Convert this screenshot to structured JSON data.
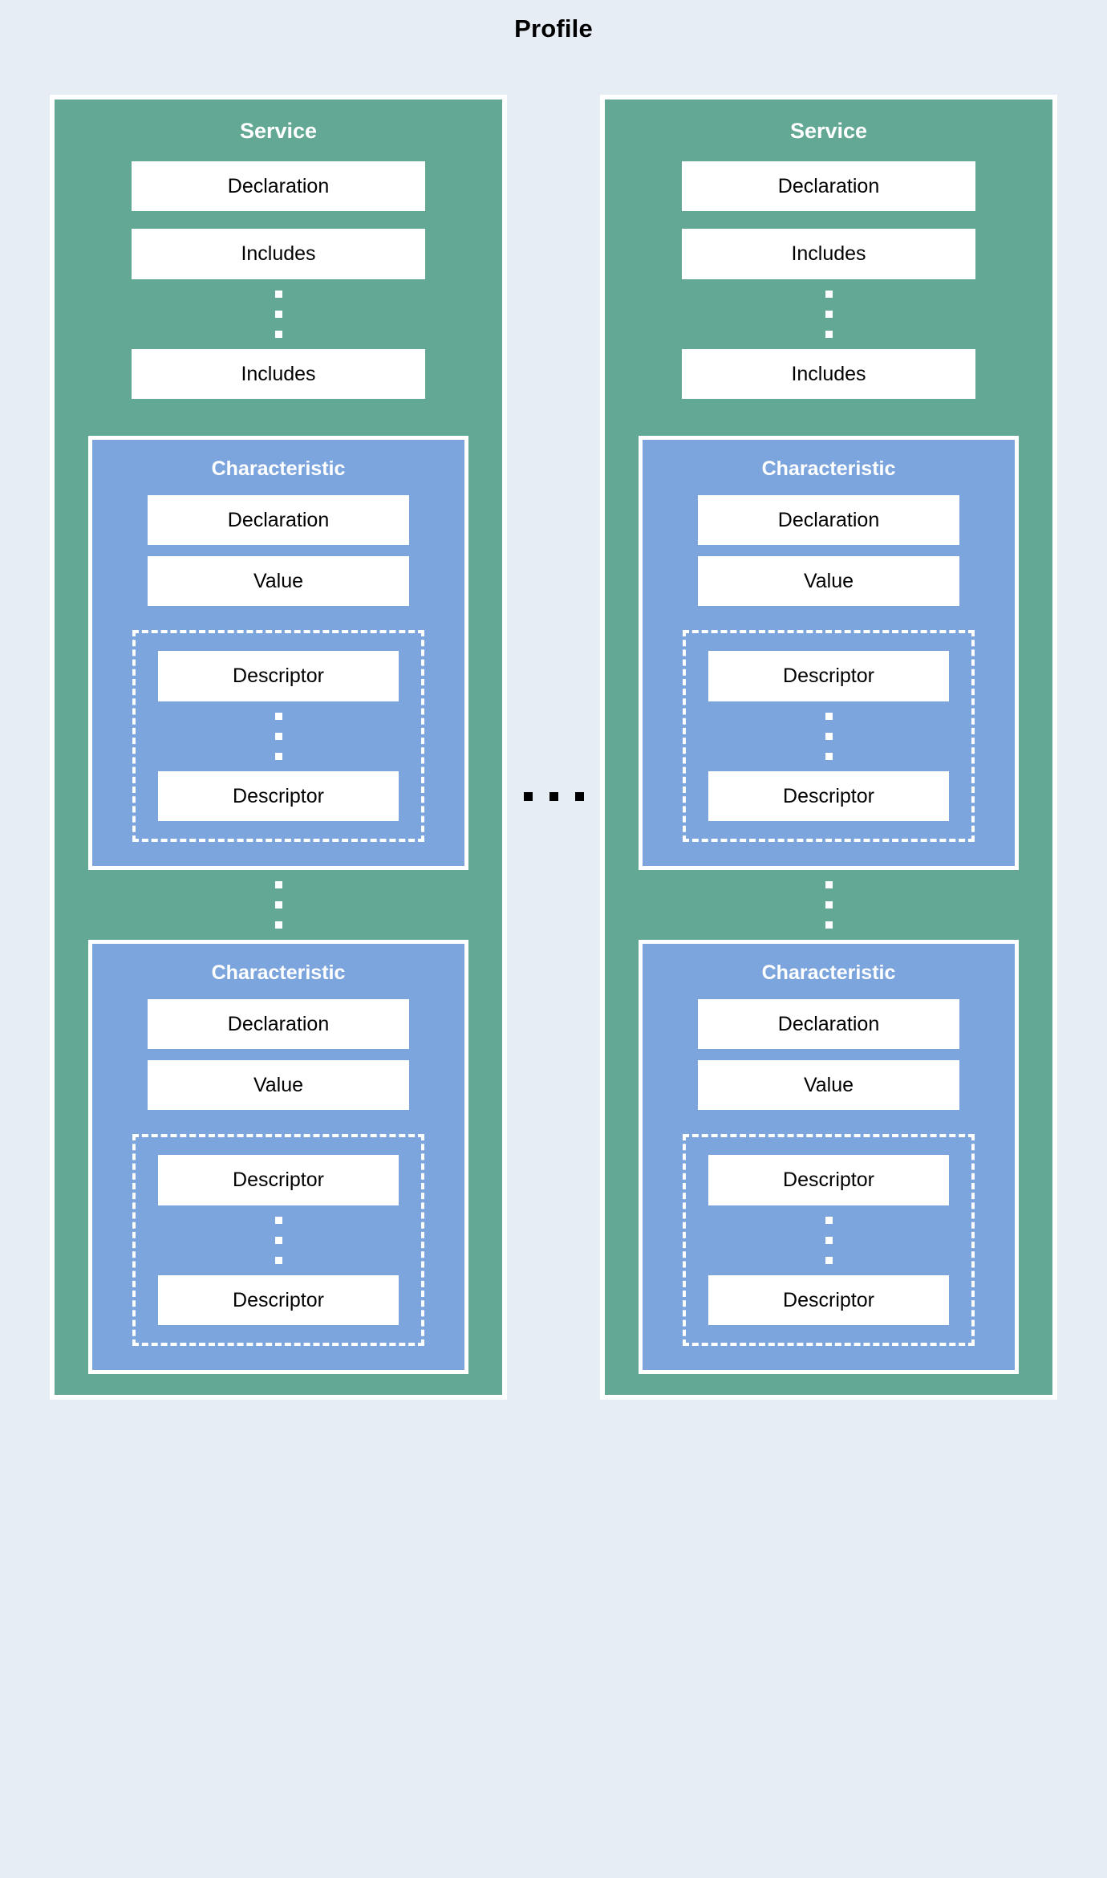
{
  "title": "Profile",
  "colors": {
    "background": "#e7edf5",
    "service": "#63a894",
    "characteristic": "#7da5dd",
    "box": "#ffffff",
    "text": "#000000",
    "header_text": "#ffffff",
    "title_text": "#000000"
  },
  "between_services_ellipsis": "...",
  "services": [
    {
      "title": "Service",
      "declaration": "Declaration",
      "includes_first": "Includes",
      "includes_ellipsis": "⋮",
      "includes_last": "Includes",
      "characteristics_ellipsis": "⋮",
      "characteristics": [
        {
          "title": "Characteristic",
          "declaration": "Declaration",
          "value": "Value",
          "descriptor_first": "Descriptor",
          "descriptor_ellipsis": "⋮",
          "descriptor_last": "Descriptor"
        },
        {
          "title": "Characteristic",
          "declaration": "Declaration",
          "value": "Value",
          "descriptor_first": "Descriptor",
          "descriptor_ellipsis": "⋮",
          "descriptor_last": "Descriptor"
        }
      ]
    },
    {
      "title": "Service",
      "declaration": "Declaration",
      "includes_first": "Includes",
      "includes_ellipsis": "⋮",
      "includes_last": "Includes",
      "characteristics_ellipsis": "⋮",
      "characteristics": [
        {
          "title": "Characteristic",
          "declaration": "Declaration",
          "value": "Value",
          "descriptor_first": "Descriptor",
          "descriptor_ellipsis": "⋮",
          "descriptor_last": "Descriptor"
        },
        {
          "title": "Characteristic",
          "declaration": "Declaration",
          "value": "Value",
          "descriptor_first": "Descriptor",
          "descriptor_ellipsis": "⋮",
          "descriptor_last": "Descriptor"
        }
      ]
    }
  ]
}
